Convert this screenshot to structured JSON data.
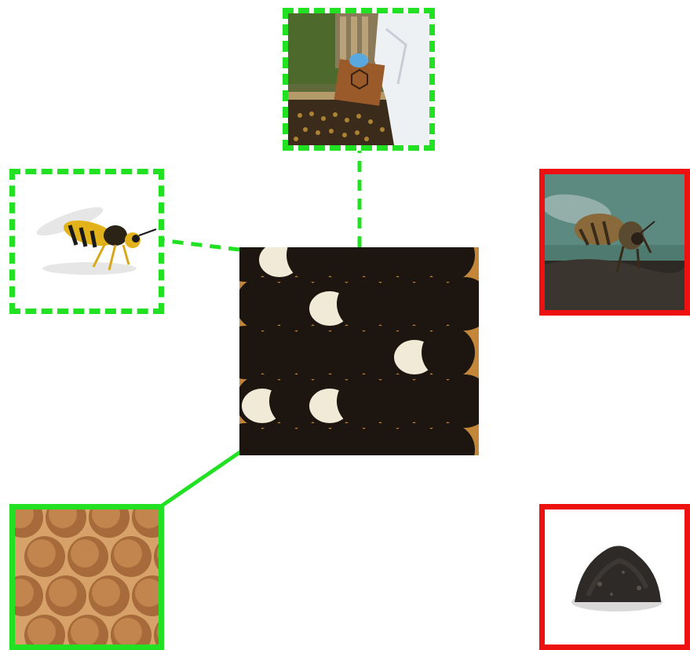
{
  "colors": {
    "green": "#22e022",
    "red": "#ee1111",
    "comb_wax": "#c98f3f",
    "cell_dark": "#1d1510",
    "larva": "#f1ead6"
  },
  "nodes": [
    {
      "id": "center",
      "depicts": "honeycomb-with-larvae",
      "frame": "none"
    },
    {
      "id": "top",
      "depicts": "beekeeper-inspecting-hive-frame",
      "frame": "green-dashed"
    },
    {
      "id": "wasp",
      "depicts": "wasp",
      "frame": "green-dashed"
    },
    {
      "id": "capped-brood",
      "depicts": "capped-brood-comb",
      "frame": "green-solid"
    },
    {
      "id": "drinking-bee",
      "depicts": "bee-drinking-water",
      "frame": "red-solid"
    },
    {
      "id": "soil",
      "depicts": "pile-of-dark-soil",
      "frame": "red-solid"
    }
  ],
  "links": [
    {
      "from": "center",
      "to": "top",
      "style": "dashed"
    },
    {
      "from": "center",
      "to": "wasp",
      "style": "dashed"
    },
    {
      "from": "center",
      "to": "capped-brood",
      "style": "solid"
    }
  ]
}
